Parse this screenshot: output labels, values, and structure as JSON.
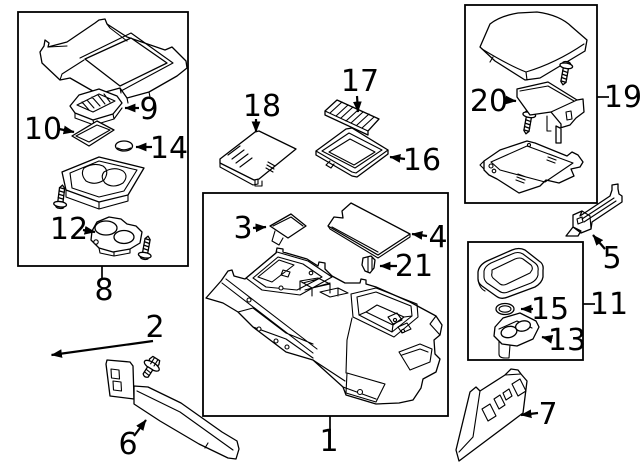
{
  "diagram": {
    "background_color": "#ffffff",
    "line_color": "#000000",
    "callouts": {
      "1": "1",
      "2": "2",
      "3": "3",
      "4": "4",
      "5": "5",
      "6": "6",
      "7": "7",
      "8": "8",
      "9": "9",
      "10": "10",
      "11": "11",
      "12": "12",
      "13": "13",
      "14": "14",
      "15": "15",
      "16": "16",
      "17": "17",
      "18": "18",
      "19": "19",
      "20": "20",
      "21": "21"
    },
    "groups": [
      {
        "box_label": "8",
        "member_callouts": [
          "9",
          "10",
          "14",
          "12"
        ]
      },
      {
        "box_label": "1",
        "member_callouts": [
          "3",
          "4",
          "21"
        ]
      },
      {
        "box_label": "19",
        "member_callouts": [
          "20"
        ]
      },
      {
        "box_label": "11",
        "member_callouts": [
          "15",
          "13"
        ]
      }
    ],
    "loose_callouts": [
      "2",
      "5",
      "6",
      "7",
      "16",
      "17",
      "18"
    ]
  }
}
